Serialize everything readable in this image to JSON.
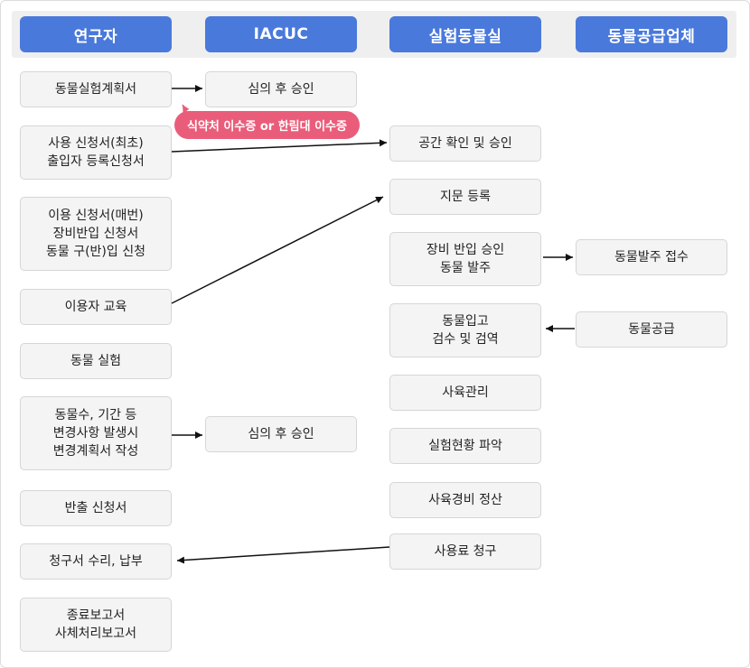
{
  "columns": [
    {
      "label": "연구자"
    },
    {
      "label": "IACUC"
    },
    {
      "label": "실험동물실"
    },
    {
      "label": "동물공급업체"
    }
  ],
  "researcher": {
    "animal_plan": "동물실험계획서",
    "usage_application": [
      "사용 신청서(최초)",
      "출입자 등록신청서"
    ],
    "usage_application_renewal": [
      "이용 신청서(매번)",
      "장비반입 신청서",
      "동물 구(반)입 신청"
    ],
    "user_training": "이용자 교육",
    "animal_experiment": "동물 실험",
    "change_plan": [
      "동물수, 기간 등",
      "변경사항 발생시",
      "변경계획서 작성"
    ],
    "export_application": "반출 신청서",
    "invoice_payment": "청구서 수리, 납부",
    "final_report": [
      "종료보고서",
      "사체처리보고서"
    ]
  },
  "iacuc": {
    "review_approval_1": "심의 후 승인",
    "review_approval_2": "심의 후 승인"
  },
  "badge": {
    "text": "식약처 이수증 or 한림대 이수증",
    "color": "#ea5d7a"
  },
  "lab": {
    "space_check": "공간 확인 및 승인",
    "fingerprint": "지문 등록",
    "equipment_order": [
      "장비 반입 승인",
      "동물 발주"
    ],
    "animal_intake": [
      "동물입고",
      "검수 및 검역"
    ],
    "breeding": "사육관리",
    "status": "실험현황 파악",
    "expense_settlement": "사육경비 정산",
    "fee_billing": "사용료 청구"
  },
  "supplier": {
    "order_receipt": "동물발주 접수",
    "supply": "동물공급"
  },
  "colors": {
    "header": "#4a79dc",
    "box_bg": "#f4f4f4",
    "box_border": "#d6d6d6",
    "arrow": "#111111"
  }
}
